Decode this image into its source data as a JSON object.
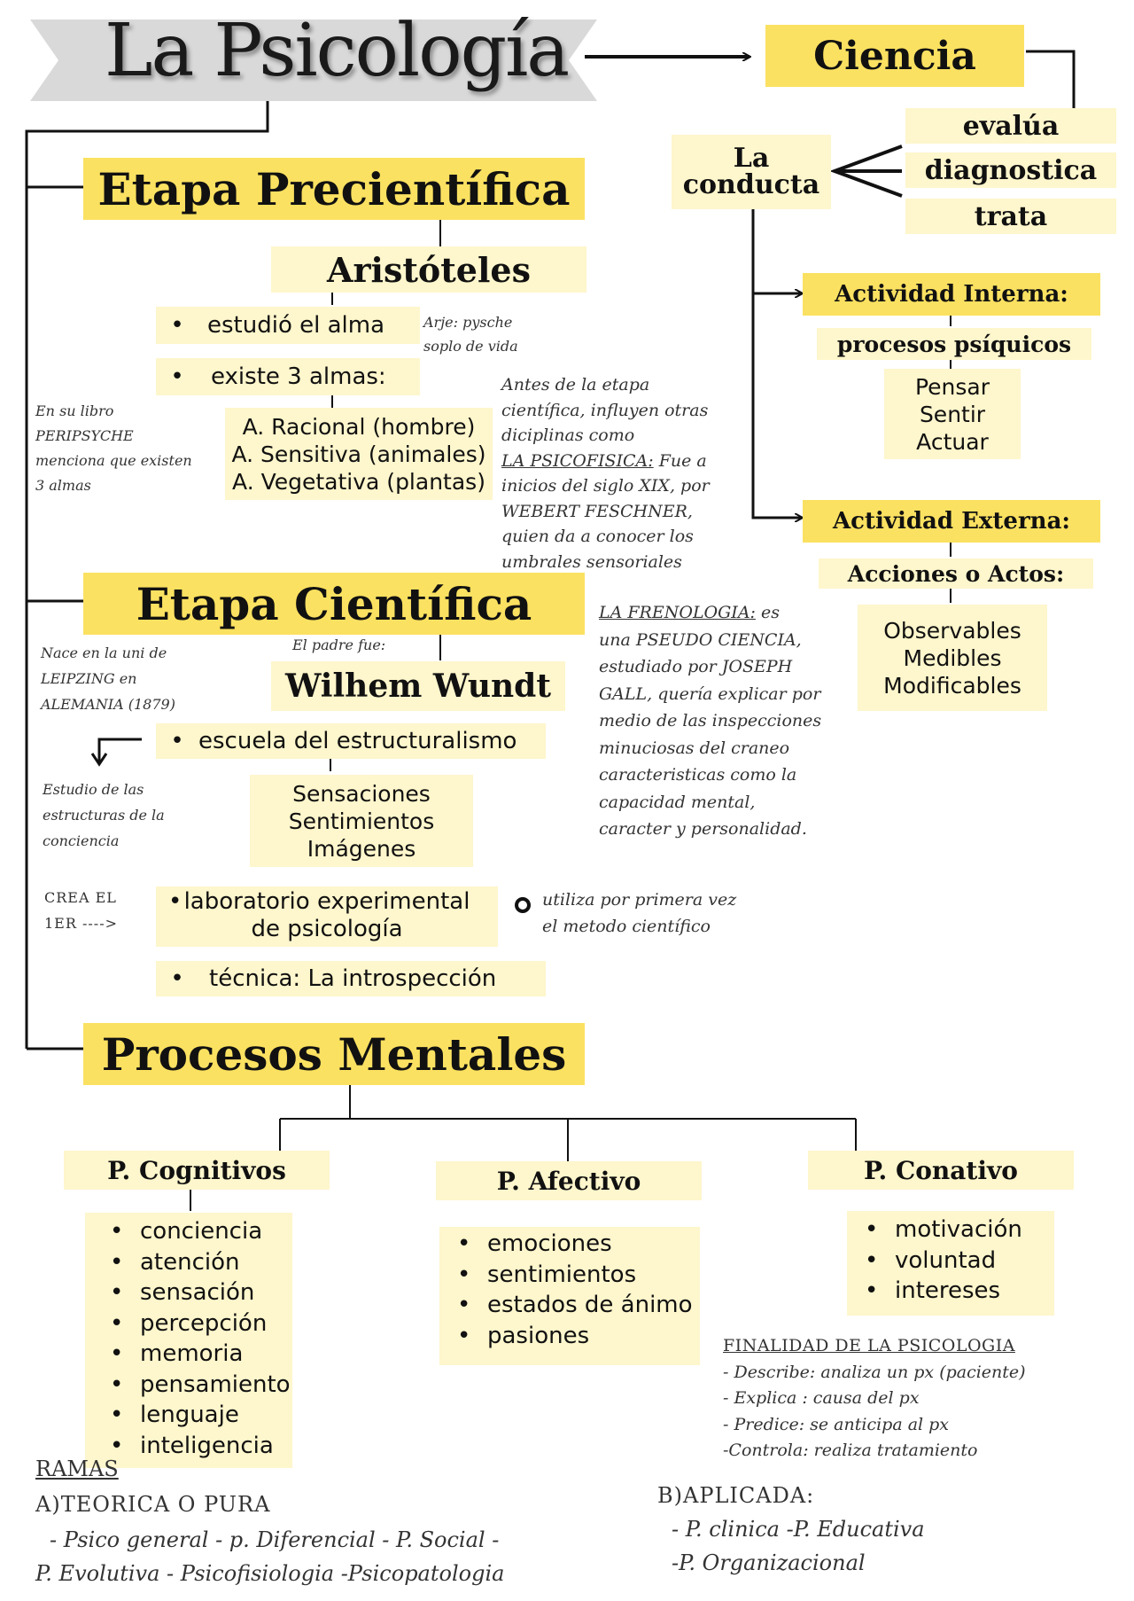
{
  "title": "La Psicología",
  "ciencia": "Ciencia",
  "conducta": {
    "label_line1": "La",
    "label_line2": "conducta",
    "verbs": [
      "evalúa",
      "diagnostica",
      "trata"
    ]
  },
  "actividad_interna": {
    "title": "Actividad Interna:",
    "subtitle": "procesos psíquicos",
    "items": [
      "Pensar",
      "Sentir",
      "Actuar"
    ]
  },
  "actividad_externa": {
    "title": "Actividad Externa:",
    "subtitle": "Acciones o Actos:",
    "items": [
      "Observables",
      "Medibles",
      "Modificables"
    ]
  },
  "etapa_precientifica": {
    "title": "Etapa Precientífica",
    "person": "Aristóteles",
    "bullet1": "estudió el alma",
    "note_arje_1": "Arje: pysche",
    "note_arje_2": "soplo de vida",
    "bullet2": "existe 3 almas:",
    "almas": [
      "A. Racional (hombre)",
      "A. Sensitiva (animales)",
      "A. Vegetativa (plantas)"
    ],
    "note_libro": [
      "En su libro",
      "PERIPSYCHE",
      "menciona que existen",
      "3 almas"
    ]
  },
  "note_psicofisica": {
    "lines_intro": [
      "Antes de la etapa",
      "científica, influyen otras",
      "diciplinas como"
    ],
    "label": "LA PSICOFISICA:",
    "label_rest": " Fue a",
    "lines_rest": [
      "inicios del siglo XIX, por",
      "WEBERT FESCHNER,",
      "quien da a conocer los",
      "umbrales sensoriales"
    ]
  },
  "etapa_cientifica": {
    "title": "Etapa Científica",
    "nace": [
      "Nace en la uni de",
      "LEIPZING en",
      "ALEMANIA (1879)"
    ],
    "padre_label": "El padre fue:",
    "person": "Wilhem Wundt",
    "bullet_escuela": "escuela del estructuralismo",
    "estudio": [
      "Estudio de las",
      "estructuras de la",
      "conciencia"
    ],
    "estructuras": [
      "Sensaciones",
      "Sentimientos",
      "Imágenes"
    ],
    "crea": [
      "CREA  EL",
      "1ER ---->"
    ],
    "bullet_lab_1": "laboratorio experimental",
    "bullet_lab_2": "de psicología",
    "utiliza": [
      "utiliza por primera vez",
      "el metodo científico"
    ],
    "bullet_tecnica": "técnica: La introspección"
  },
  "note_frenologia": {
    "label": "LA FRENOLOGIA:",
    "label_rest": " es",
    "lines": [
      "una PSEUDO CIENCIA,",
      "estudiado por JOSEPH",
      "GALL, quería explicar por",
      "medio de las inspecciones",
      "minuciosas del craneo",
      "caracteristicas como la",
      "capacidad mental,",
      "caracter y personalidad."
    ]
  },
  "procesos_mentales": {
    "title": "Procesos Mentales",
    "cognitivos": {
      "title": "P. Cognitivos",
      "items": [
        "conciencia",
        "atención",
        "sensación",
        "percepción",
        "memoria",
        "pensamiento",
        "lenguaje",
        "inteligencia"
      ]
    },
    "afectivo": {
      "title": "P. Afectivo",
      "items": [
        "emociones",
        "sentimientos",
        "estados de ánimo",
        "pasiones"
      ]
    },
    "conativo": {
      "title": "P. Conativo",
      "items": [
        "motivación",
        "voluntad",
        "intereses"
      ]
    }
  },
  "finalidad": {
    "title": "FINALIDAD DE LA PSICOLOGIA",
    "items": [
      "- Describe: analiza un px (paciente)",
      "- Explica : causa del px",
      "- Predice: se anticipa al px",
      "-Controla: realiza tratamiento"
    ]
  },
  "ramas": {
    "title": "RAMAS",
    "teorica_title": "A)TEORICA O PURA",
    "teorica_line1": "- Psico general  - p. Diferencial  - P. Social -",
    "teorica_line2": "P. Evolutiva  - Psicofisiologia -Psicopatologia",
    "aplicada_title": "B)APLICADA:",
    "aplicada_line1": "- P. clinica  -P. Educativa",
    "aplicada_line2": "-P. Organizacional"
  },
  "colors": {
    "yellow_strong": "#fbe161",
    "yellow_pale": "#fdf3bf",
    "banner_gray": "#d9d9d9"
  }
}
